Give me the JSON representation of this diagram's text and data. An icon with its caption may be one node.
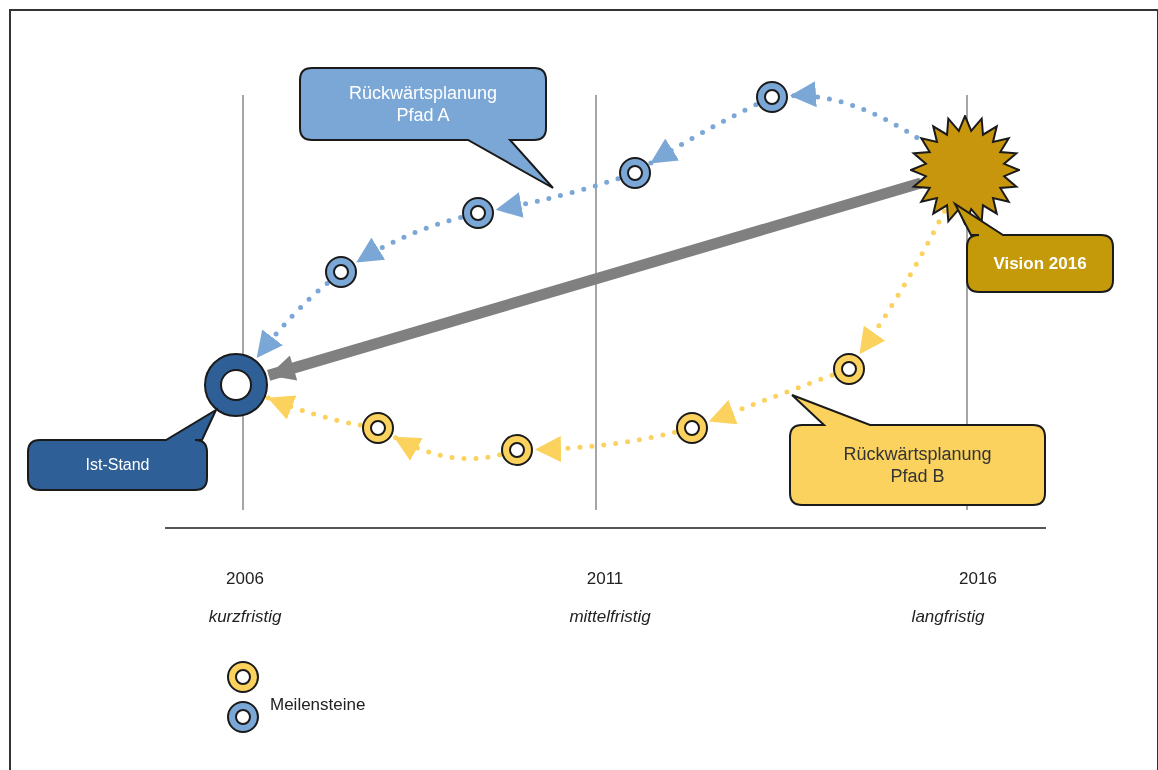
{
  "diagram": {
    "nodes": [
      {
        "text": [],
        "shape": "circle"
      },
      {
        "text": [
          "Ist-Stand"
        ]
      },
      {
        "text": [],
        "shape": "star"
      },
      {
        "text": [
          "Vision 2016"
        ]
      },
      {
        "text": [
          "Rückwärtsplanung Pfad A"
        ]
      },
      {
        "text": [
          "Rückwärtsplanung Pfad B"
        ]
      },
      {
        "text": [],
        "shape": "circle"
      },
      {
        "text": [],
        "shape": "circle"
      },
      {
        "text": [],
        "shape": "circle"
      },
      {
        "text": [],
        "shape": "circle"
      },
      {
        "text": [],
        "shape": "circle"
      },
      {
        "text": [],
        "shape": "circle"
      },
      {
        "text": [],
        "shape": "circle"
      },
      {
        "text": [],
        "shape": "circle"
      }
    ],
    "edges": [
      {
        "from": 2,
        "to": 6,
        "arrow": "to",
        "style": "dashed",
        "color": "#7ba7d6"
      },
      {
        "from": 6,
        "to": 7,
        "arrow": "to",
        "style": "dashed",
        "color": "#7ba7d6"
      },
      {
        "from": 7,
        "to": 8,
        "arrow": "to",
        "style": "dashed",
        "color": "#7ba7d6"
      },
      {
        "from": 8,
        "to": 9,
        "arrow": "to",
        "style": "dashed",
        "color": "#7ba7d6"
      },
      {
        "from": 9,
        "to": 0,
        "arrow": "to",
        "style": "dashed",
        "color": "#7ba7d6"
      },
      {
        "from": 2,
        "to": 10,
        "arrow": "to",
        "style": "dashed",
        "color": "#fbd25e"
      },
      {
        "from": 10,
        "to": 11,
        "arrow": "to",
        "style": "dashed",
        "color": "#fbd25e"
      },
      {
        "from": 11,
        "to": 12,
        "arrow": "to",
        "style": "dashed",
        "color": "#fbd25e"
      },
      {
        "from": 12,
        "to": 13,
        "arrow": "to",
        "style": "dashed",
        "color": "#fbd25e"
      },
      {
        "from": 13,
        "to": 0,
        "arrow": "to",
        "style": "dashed",
        "color": "#fbd25e"
      },
      {
        "from": 2,
        "to": 0,
        "arrow": "to",
        "style": "thick",
        "color": "#808080"
      }
    ],
    "labels": [
      "2006",
      "2011",
      "2016",
      "kurzfristig",
      "mittelfristig",
      "langfristig"
    ],
    "legend": [
      {
        "text": "Meilensteine"
      }
    ]
  }
}
